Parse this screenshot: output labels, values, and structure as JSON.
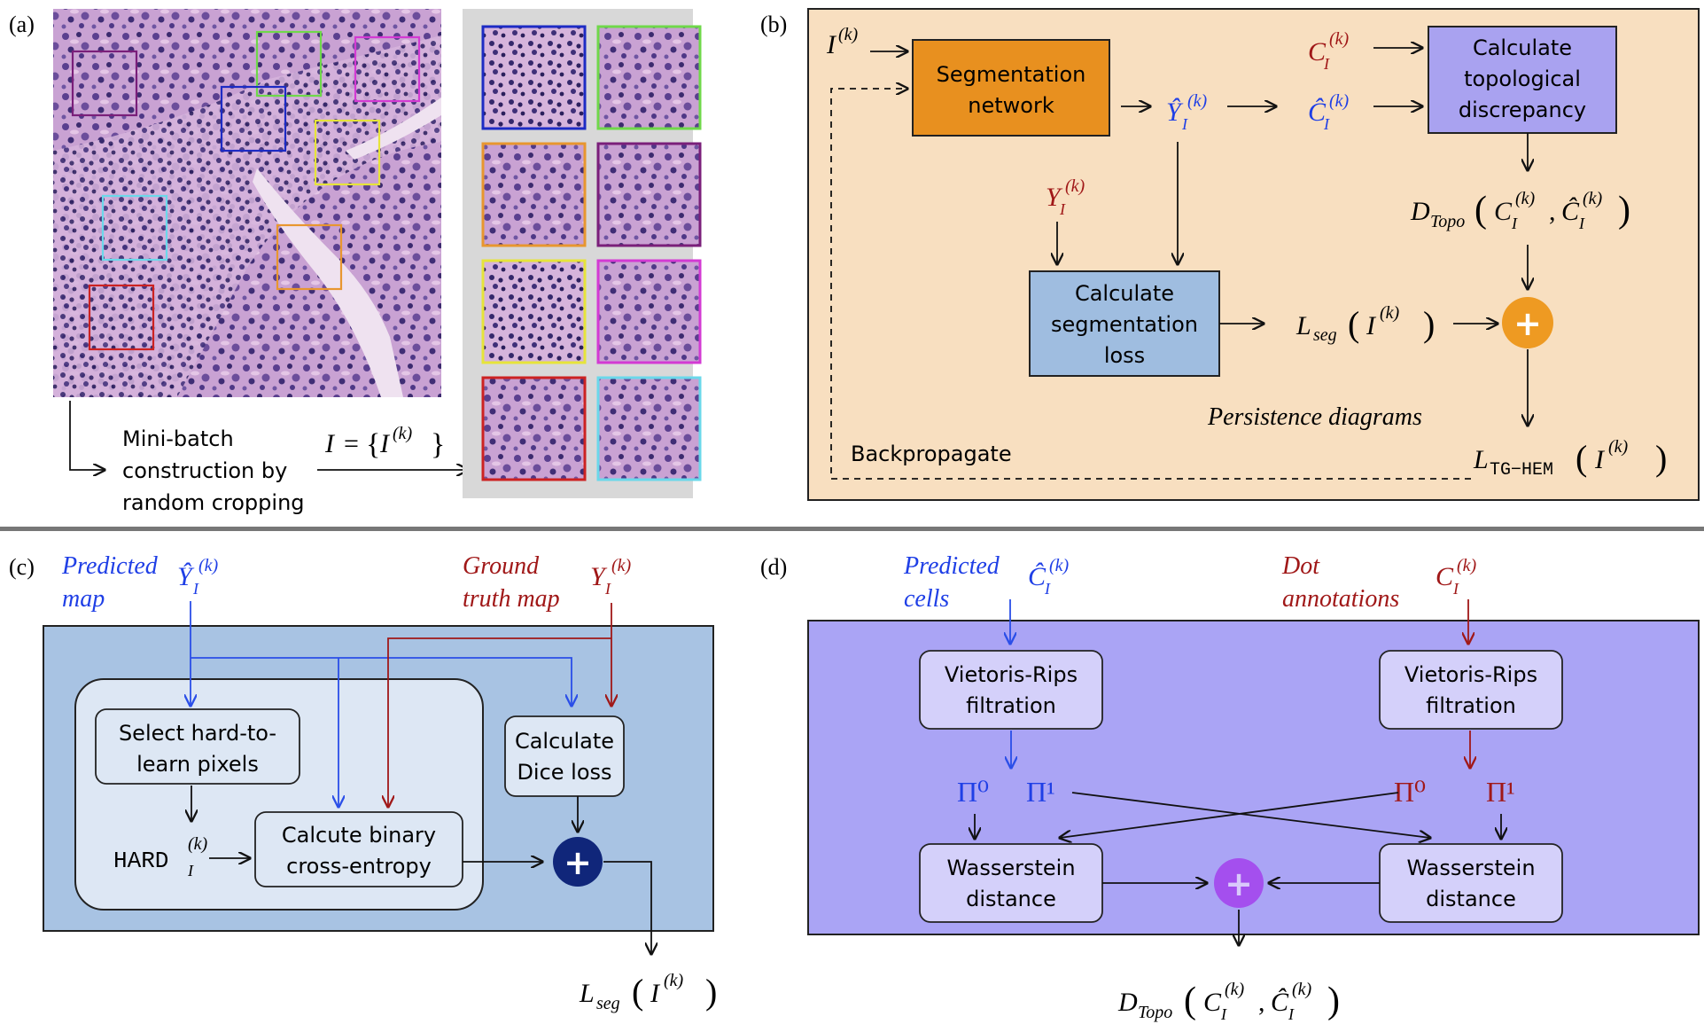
{
  "panels": {
    "a": {
      "label": "(a)",
      "minibatch_line1": "Mini-batch",
      "minibatch_line2": "construction by",
      "minibatch_line3": "random cropping",
      "set_I": "I",
      "set_eq": "=",
      "set_open": "{",
      "set_inner": "I",
      "set_k": "(k)",
      "set_close": "}",
      "crop_colors": [
        "#1d2bc4",
        "#6fd84a",
        "#e8962f",
        "#7a1f7a",
        "#e6e43a",
        "#d33ad3",
        "#cc2222",
        "#6ad8ea"
      ]
    },
    "b": {
      "label": "(b)",
      "input_I": "I",
      "input_k": "(k)",
      "seg_network_l1": "Segmentation",
      "seg_network_l2": "network",
      "yhat": "Ŷ",
      "yhat_sub": "I",
      "yhat_sup": "(k)",
      "chat": "Ĉ",
      "chat_sub": "I",
      "chat_sup": "(k)",
      "c": "C",
      "c_sub": "I",
      "c_sup": "(k)",
      "topo_l1": "Calculate",
      "topo_l2": "topological",
      "topo_l3": "discrepancy",
      "dtopo": "D",
      "dtopo_sub": "Topo",
      "y": "Y",
      "y_sub": "I",
      "y_sup": "(k)",
      "segloss_l1": "Calculate",
      "segloss_l2": "segmentation",
      "segloss_l3": "loss",
      "lseg": "L",
      "lseg_sub": "seg",
      "plus": "+",
      "persistence": "Persistence diagrams",
      "backprop": "Backpropagate",
      "ltg": "L",
      "ltg_sub": "TG−HEM",
      "paren_I": "I",
      "paren_k": "(k)"
    },
    "c": {
      "label": "(c)",
      "pred_l1": "Predicted",
      "pred_l2": "map",
      "gt_l1": "Ground",
      "gt_l2": "truth map",
      "yhat": "Ŷ",
      "y": "Y",
      "sub_I": "I",
      "sup_k": "(k)",
      "select_l1": "Select hard-to-",
      "select_l2": "learn pixels",
      "hard": "HARD",
      "bce_l1": "Calcute binary",
      "bce_l2": "cross-entropy",
      "dice_l1": "Calculate",
      "dice_l2": "Dice loss",
      "plus": "+",
      "lseg": "L",
      "lseg_sub": "seg",
      "paren_I": "I",
      "paren_k": "(k)"
    },
    "d": {
      "label": "(d)",
      "pred_l1": "Predicted",
      "pred_l2": "cells",
      "dot_l1": "Dot",
      "dot_l2": "annotations",
      "chat": "Ĉ",
      "c": "C",
      "sub_I": "I",
      "sup_k": "(k)",
      "vr_l1": "Vietoris-Rips",
      "vr_l2": "filtration",
      "pi0": "Π⁰",
      "pi1": "Π¹",
      "wass_l1": "Wasserstein",
      "wass_l2": "distance",
      "plus": "+",
      "dtopo": "D",
      "dtopo_sub": "Topo"
    }
  },
  "colors": {
    "panel_b_bg": "#f8dfc0",
    "seg_network": "#e8901f",
    "topo_box": "#a9a2f0",
    "seg_loss_box": "#9fbde0",
    "plus_orange": "#ee9a22",
    "panel_c_bg": "#a8c3e3",
    "panel_c_inner": "#dde7f4",
    "plus_navy": "#10267a",
    "panel_d_bg": "#aaa4f5",
    "panel_d_box": "#d4d0fa",
    "plus_purple": "#a44fee",
    "blue_text": "#1f3fe6",
    "red_text": "#a01818",
    "divider": "#777777",
    "gray_bg": "#d8d8d8"
  }
}
